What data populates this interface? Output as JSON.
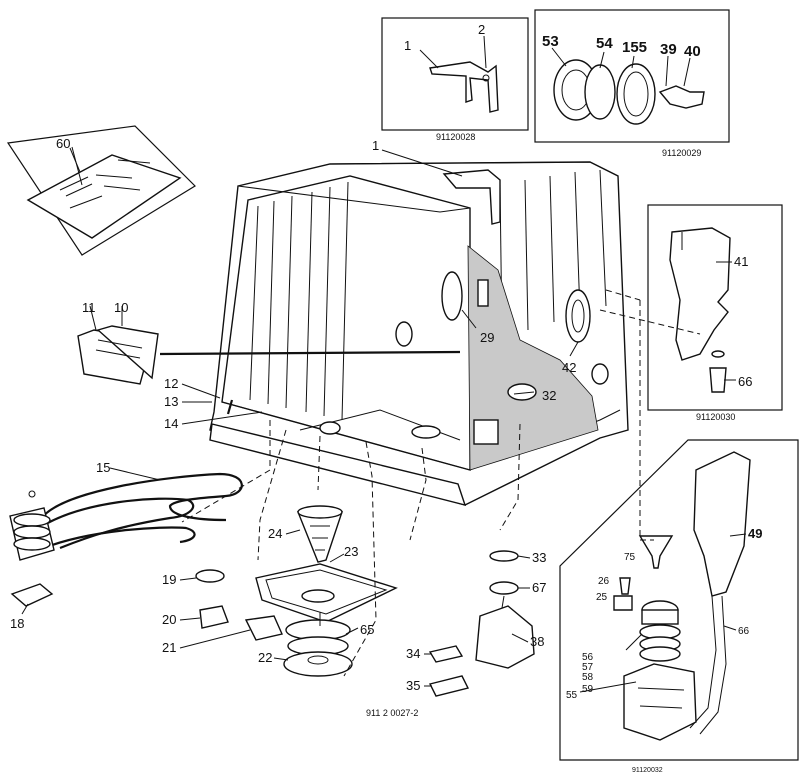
{
  "figure_code": "911 2 0027-2",
  "insets": {
    "top_middle": {
      "code": "91120028",
      "labels": [
        "1",
        "2"
      ]
    },
    "top_right": {
      "code": "91120029",
      "labels": [
        "53",
        "54",
        "155",
        "39",
        "40"
      ]
    },
    "right_middle": {
      "code": "91120030",
      "labels": [
        "41",
        "42",
        "66"
      ]
    },
    "bottom_right": {
      "code": "91120032",
      "labels": [
        "49",
        "75",
        "26",
        "25",
        "56",
        "57",
        "58",
        "59",
        "55",
        "66"
      ]
    }
  },
  "main_labels": [
    "60",
    "1",
    "11",
    "10",
    "12",
    "13",
    "14",
    "29",
    "32",
    "42",
    "15",
    "24",
    "23",
    "33",
    "67",
    "19",
    "20",
    "21",
    "65",
    "22",
    "38",
    "34",
    "35",
    "18"
  ]
}
